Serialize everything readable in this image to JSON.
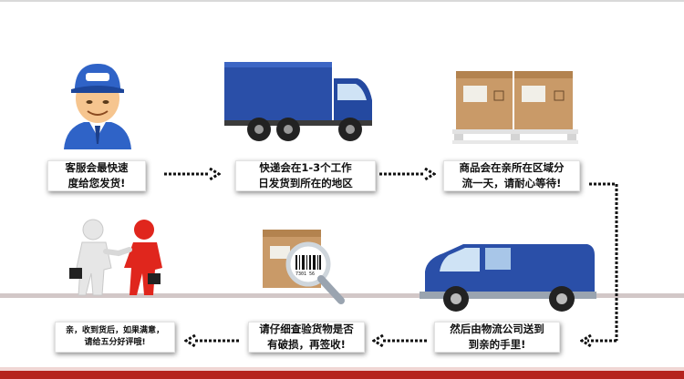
{
  "steps": [
    {
      "id": "service",
      "text": "客服会最快速\n度给您发货!"
    },
    {
      "id": "delivery",
      "text": "快递会在1-3个工作\n日发货到所在的地区"
    },
    {
      "id": "sorting",
      "text": "商品会在亲所在区域分\n流一天，请耐心等待!"
    },
    {
      "id": "handover",
      "text": "然后由物流公司送到\n到亲的手里!"
    },
    {
      "id": "inspect",
      "text": "请仔细查验货物是否\n有破损，再签收!"
    },
    {
      "id": "review",
      "text": "亲，收到货后，如果满意，\n请给五分好评哦!"
    }
  ],
  "barcode_text": "7301 56",
  "colors": {
    "accent": "#b5231d",
    "truck_blue": "#2a4fa8",
    "box_brown": "#c99a68"
  }
}
